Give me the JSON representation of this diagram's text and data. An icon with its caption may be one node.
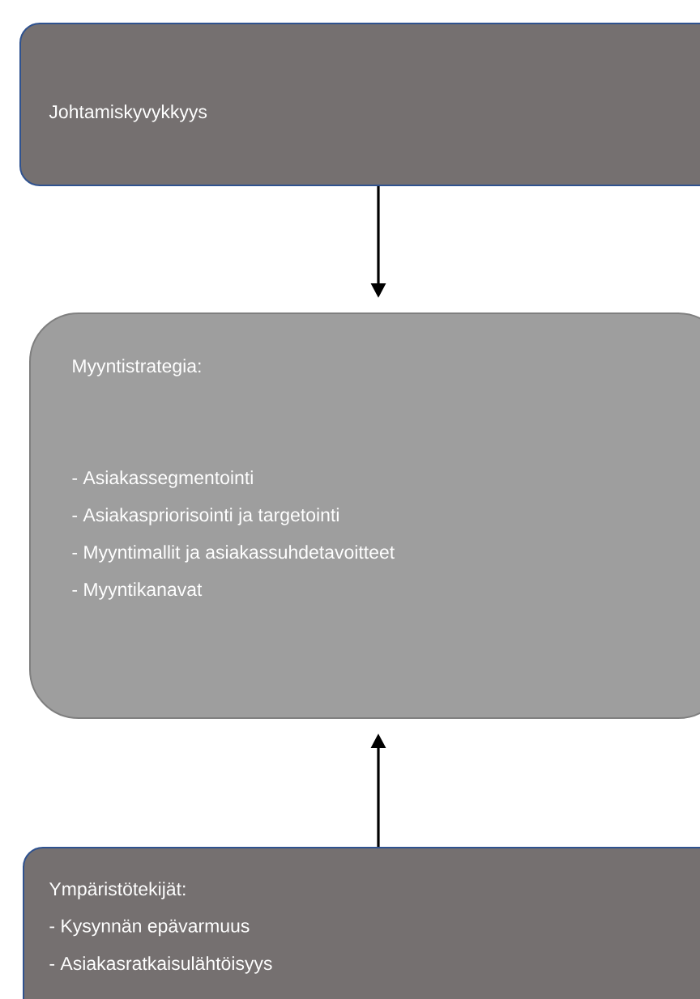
{
  "diagram": {
    "nodes": [
      {
        "text": [
          "Johtamiskyvykkyys"
        ]
      },
      {
        "text": [
          "Myyntistrategia:",
          "- Asiakassegmentointi",
          "- Asiakaspriorisointi ja targetointi",
          "- Myyntimallit ja asiakassuhdetavoitteet",
          "- Myyntikanavat"
        ]
      },
      {
        "text": [
          "Ympäristötekijät:",
          "- Kysynnän epävarmuus",
          "- Asiakasratkaisulähtöisyys"
        ]
      }
    ],
    "edges": [
      {
        "from": 0,
        "to": 1,
        "arrow": "to"
      },
      {
        "from": 2,
        "to": 1,
        "arrow": "to"
      }
    ]
  }
}
